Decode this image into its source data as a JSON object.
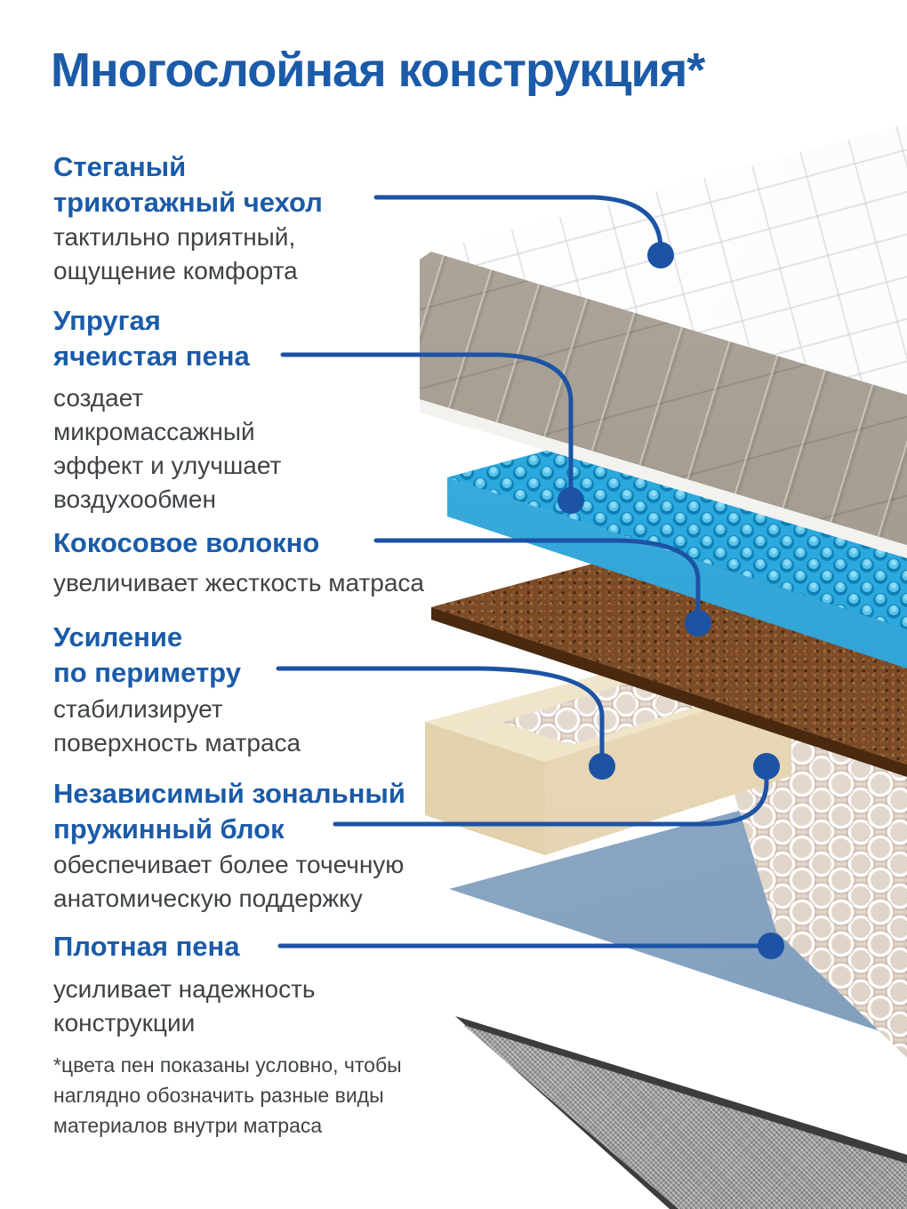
{
  "title": "Многослойная конструкция*",
  "colors": {
    "accent_blue": "#1b5ba8",
    "callout_line": "#1c53a4",
    "body_text": "#3f4346"
  },
  "sections": [
    {
      "id": "cover",
      "title_lines": [
        "Стеганый",
        "трикотажный чехол"
      ],
      "desc_lines": [
        "тактильно приятный,",
        "ощущение комфорта"
      ]
    },
    {
      "id": "cellular-foam",
      "title_lines": [
        "Упругая",
        "ячеистая пена"
      ],
      "desc_lines": [
        "создает",
        "микромассажный",
        "эффект и улучшает",
        "воздухообмен"
      ]
    },
    {
      "id": "coconut",
      "title_lines": [
        "Кокосовое волокно"
      ],
      "desc_lines": [
        "увеличивает жесткость матраса"
      ]
    },
    {
      "id": "perimeter",
      "title_lines": [
        "Усиление",
        "по периметру"
      ],
      "desc_lines": [
        "стабилизирует",
        "поверхность матраса"
      ]
    },
    {
      "id": "spring-block",
      "title_lines": [
        "Независимый зональный",
        "пружинный блок"
      ],
      "desc_lines": [
        "обеспечивает более точечную",
        "анатомическую поддержку"
      ]
    },
    {
      "id": "dense-foam",
      "title_lines": [
        "Плотная пена"
      ],
      "desc_lines": [
        "усиливает надежность",
        "конструкции"
      ]
    }
  ],
  "footnote_lines": [
    "*цвета пен показаны условно, чтобы",
    "наглядно обозначить разные виды",
    "материалов внутри матраса"
  ],
  "diagram": {
    "layers": [
      {
        "name": "quilted-cover",
        "color": "#a29a8e"
      },
      {
        "name": "cellular-foam",
        "color": "#2ba8de"
      },
      {
        "name": "coconut-fiber",
        "color": "#7b4a27"
      },
      {
        "name": "spring-block",
        "color": "#efe9e2"
      },
      {
        "name": "perimeter-foam",
        "color": "#f3e7cd"
      },
      {
        "name": "dense-foam",
        "color": "#93aecb"
      },
      {
        "name": "mesh-base",
        "color": "#ababab"
      }
    ]
  }
}
